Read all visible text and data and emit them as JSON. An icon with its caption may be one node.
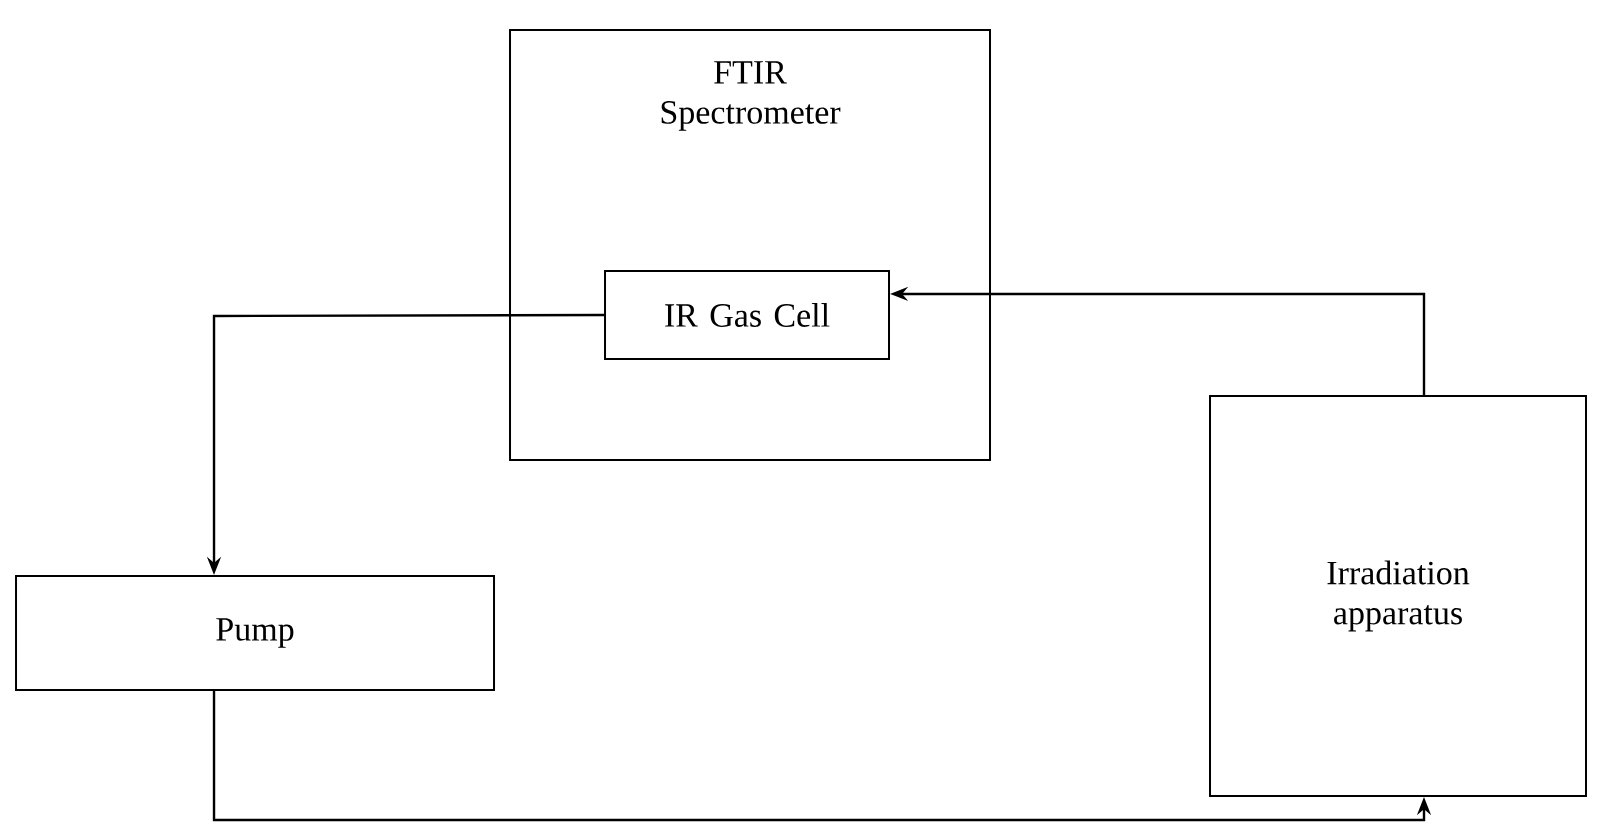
{
  "diagram": {
    "nodes": [
      {
        "text": [
          "FTIR Spectrometer"
        ]
      },
      {
        "text": [
          "IR Gas Cell"
        ],
        "in": 0
      },
      {
        "text": [
          "Pump"
        ]
      },
      {
        "text": [
          "Irradiation apparatus"
        ]
      }
    ],
    "edges": [
      {
        "from": 1,
        "to": 2,
        "arrow": "to"
      },
      {
        "from": 2,
        "to": 3,
        "arrow": "to"
      },
      {
        "from": 3,
        "to": 1,
        "arrow": "to"
      }
    ]
  }
}
